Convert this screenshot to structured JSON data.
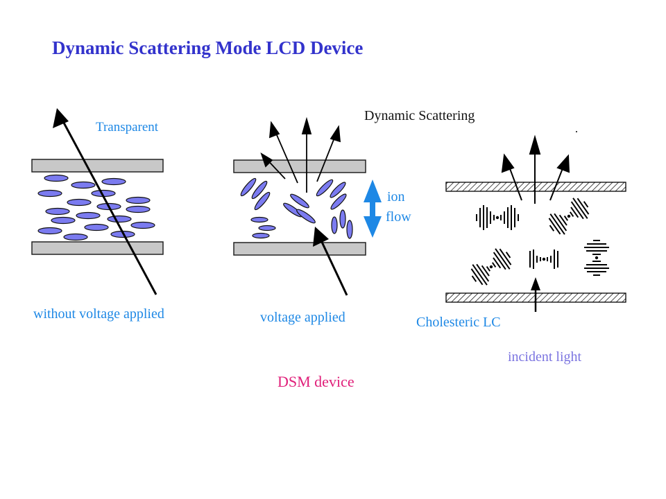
{
  "title": "Dynamic Scattering Mode LCD Device",
  "panels": {
    "off_state": {
      "top_label": "Transparent",
      "bottom_label": "without voltage applied"
    },
    "on_state": {
      "bottom_label": "voltage applied",
      "ion_label_1": "ion",
      "ion_label_2": "flow"
    },
    "cholesteric": {
      "heading": "Dynamic Scattering",
      "lc_label": "Cholesteric LC",
      "light_label": "incident light"
    }
  },
  "caption": "DSM device",
  "colors": {
    "title": "#3333cc",
    "label_blue": "#1e88e5",
    "incident_light": "#7b74e0",
    "caption": "#e0207a",
    "molecule_fill": "#7b7bf0",
    "plate_fill": "#c8c8c8"
  }
}
